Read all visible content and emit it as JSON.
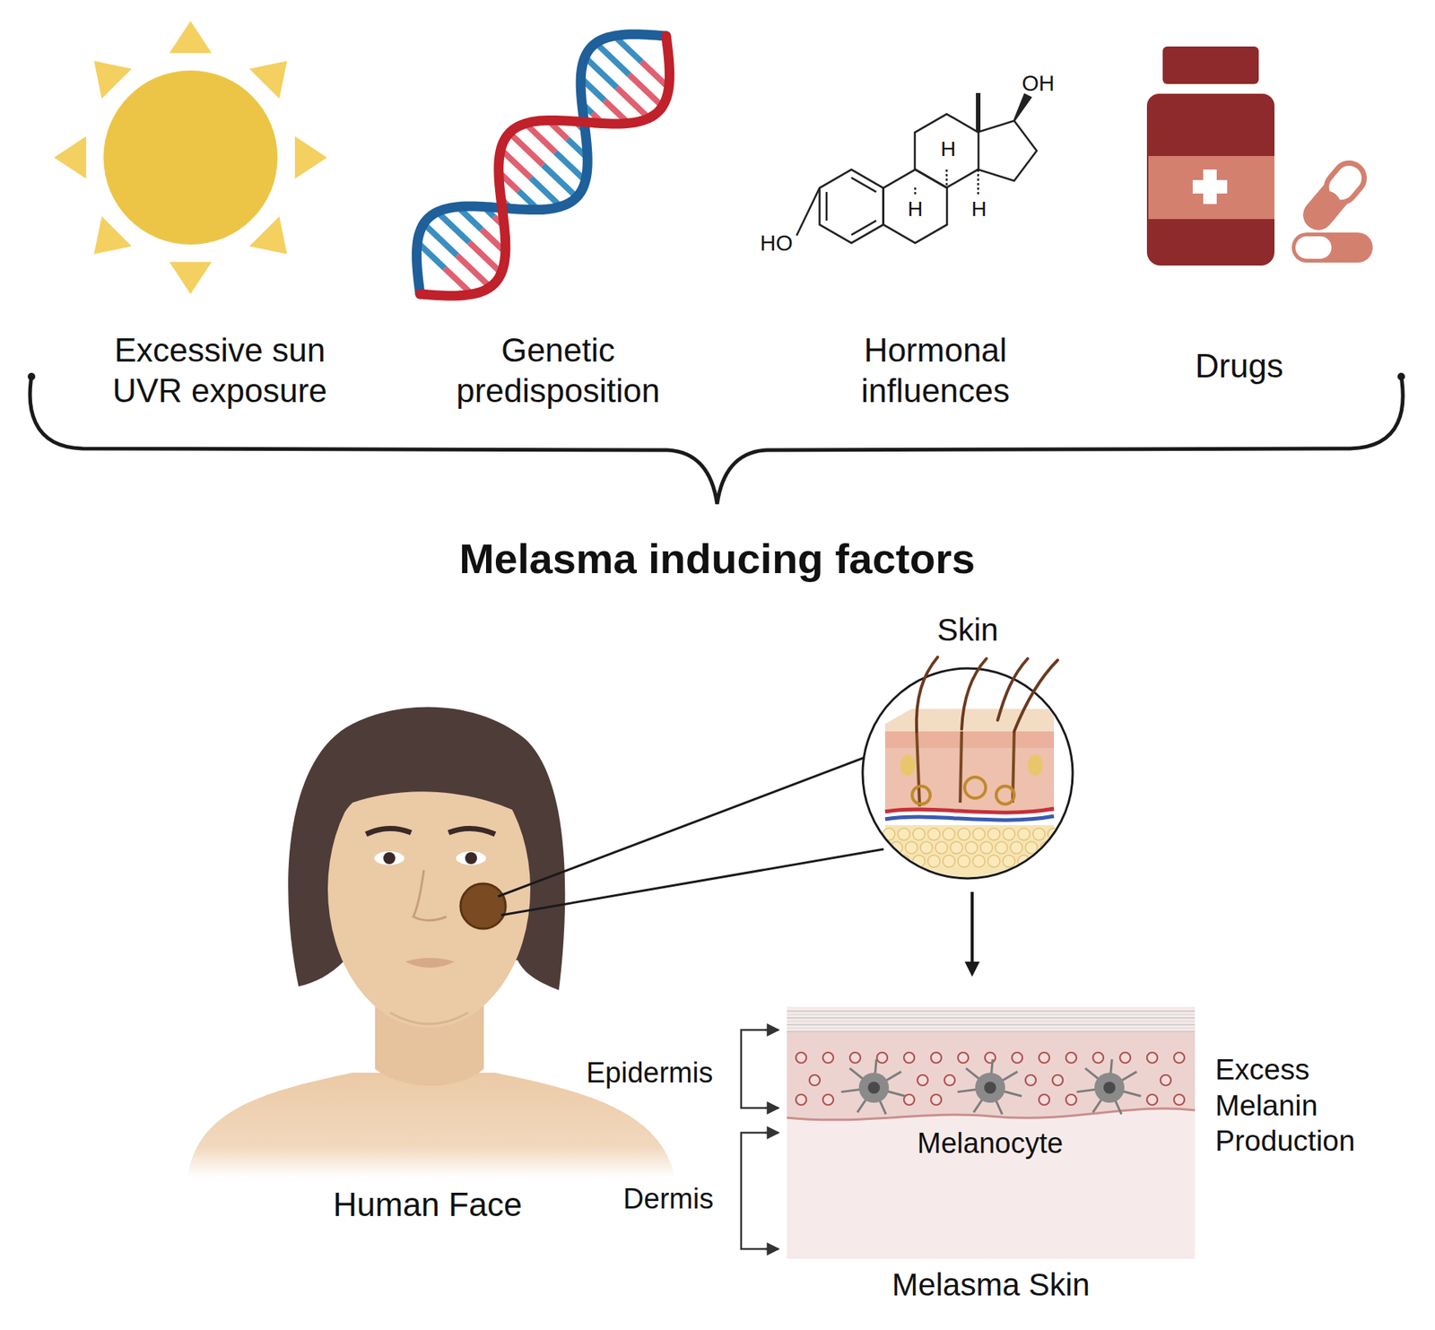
{
  "diagram": {
    "title": "Melasma inducing factors",
    "nodes": [
      {
        "text": [
          "Skin"
        ]
      },
      {
        "text": [
          "Melasma Skin"
        ]
      }
    ],
    "edges": [
      {
        "from": 0,
        "to": 1,
        "arrow": "to"
      }
    ],
    "labels": [
      "Excessive sun UVR exposure",
      "Genetic predisposition",
      "Hormonal influences",
      "Drugs",
      "OH",
      "HO",
      "H",
      "H",
      "H",
      "Human Face",
      "Epidermis",
      "Dermis",
      "Melanocyte",
      "Excess Melanin Production"
    ]
  }
}
